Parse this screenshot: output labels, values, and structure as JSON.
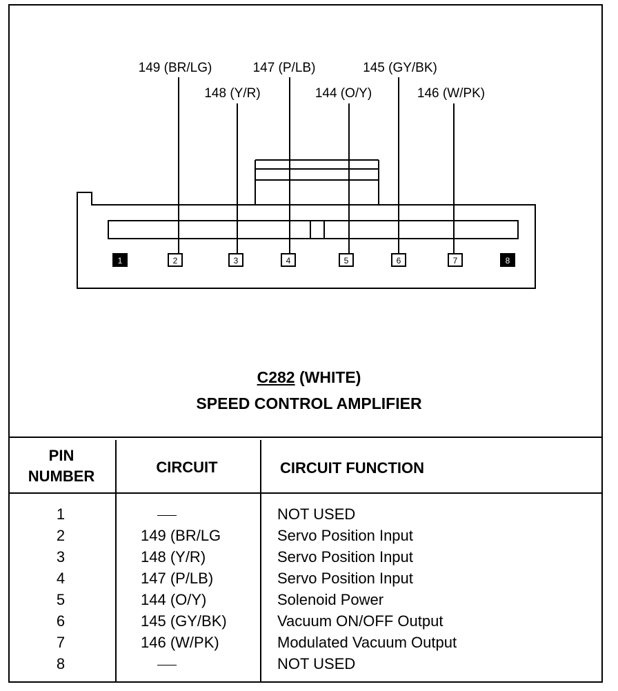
{
  "connector": {
    "id": "C282",
    "color_note": "(WHITE)",
    "name": "SPEED CONTROL AMPLIFIER",
    "wire_labels": [
      {
        "pin": 2,
        "text": "149 (BR/LG)"
      },
      {
        "pin": 3,
        "text": "148 (Y/R)"
      },
      {
        "pin": 4,
        "text": "147 (P/LB)"
      },
      {
        "pin": 5,
        "text": "144 (O/Y)"
      },
      {
        "pin": 6,
        "text": "145 (GY/BK)"
      },
      {
        "pin": 7,
        "text": "146 (W/PK)"
      }
    ],
    "pins": [
      {
        "num": "1",
        "filled": true
      },
      {
        "num": "2",
        "filled": false
      },
      {
        "num": "3",
        "filled": false
      },
      {
        "num": "4",
        "filled": false
      },
      {
        "num": "5",
        "filled": false
      },
      {
        "num": "6",
        "filled": false
      },
      {
        "num": "7",
        "filled": false
      },
      {
        "num": "8",
        "filled": true
      }
    ]
  },
  "table": {
    "headers": {
      "pin_line1": "PIN",
      "pin_line2": "NUMBER",
      "circuit": "CIRCUIT",
      "function": "CIRCUIT FUNCTION"
    },
    "rows": [
      {
        "pin": "1",
        "circuit": "—",
        "function": "NOT USED"
      },
      {
        "pin": "2",
        "circuit": "149 (BR/LG",
        "function": "Servo Position Input"
      },
      {
        "pin": "3",
        "circuit": "148 (Y/R)",
        "function": "Servo Position Input"
      },
      {
        "pin": "4",
        "circuit": "147 (P/LB)",
        "function": "Servo Position Input"
      },
      {
        "pin": "5",
        "circuit": "144 (O/Y)",
        "function": "Solenoid Power"
      },
      {
        "pin": "6",
        "circuit": "145 (GY/BK)",
        "function": "Vacuum ON/OFF Output"
      },
      {
        "pin": "7",
        "circuit": "146 (W/PK)",
        "function": "Modulated Vacuum Output"
      },
      {
        "pin": "8",
        "circuit": "—",
        "function": "NOT USED"
      }
    ]
  }
}
